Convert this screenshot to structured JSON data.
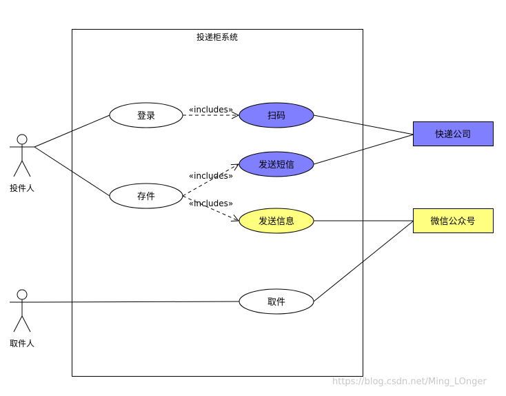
{
  "system": {
    "title": "投递柜系统"
  },
  "actors": {
    "deliverer": "投件人",
    "picker": "取件人"
  },
  "usecases": {
    "login": "登录",
    "store": "存件",
    "scan": "扫码",
    "sms": "发送短信",
    "send_info": "发送信息",
    "pickup": "取件"
  },
  "external": {
    "courier": "快递公司",
    "wechat": "微信公众号"
  },
  "relations": {
    "includes": "«includes»"
  },
  "colors": {
    "blue": "#7f7fff",
    "yellow": "#ffff80",
    "white": "#ffffff",
    "line": "#000000"
  },
  "watermark": "https://blog.csdn.net/Ming_LOnger"
}
